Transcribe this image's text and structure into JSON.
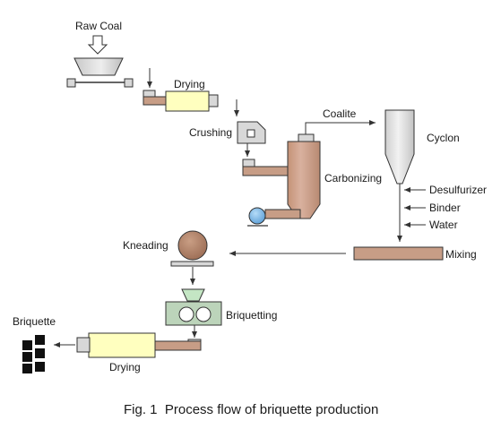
{
  "labels": {
    "raw_coal": "Raw Coal",
    "drying_top": "Drying",
    "crushing": "Crushing",
    "coalite": "Coalite",
    "cyclon": "Cyclon",
    "carbonizing": "Carbonizing",
    "desulfurizer": "Desulfurizer",
    "binder": "Binder",
    "water": "Water",
    "mixing": "Mixing",
    "kneading": "Kneading",
    "briquetting": "Briquetting",
    "briquette": "Briquette",
    "drying_bottom": "Drying"
  },
  "caption": "Fig. 1  Process flow of briquette production",
  "colors": {
    "dryer_fill": "#ffffbf",
    "pipe_fill": "#c79d86",
    "grey_fill": "#d8d8d8",
    "kneader_fill": "#b08066",
    "briquetter_fill": "#bcd4ba",
    "slot_fill": "#c4e6c4",
    "pump_fill": "#88c0ef",
    "briquette_fill": "#101010",
    "stroke": "#333333"
  }
}
